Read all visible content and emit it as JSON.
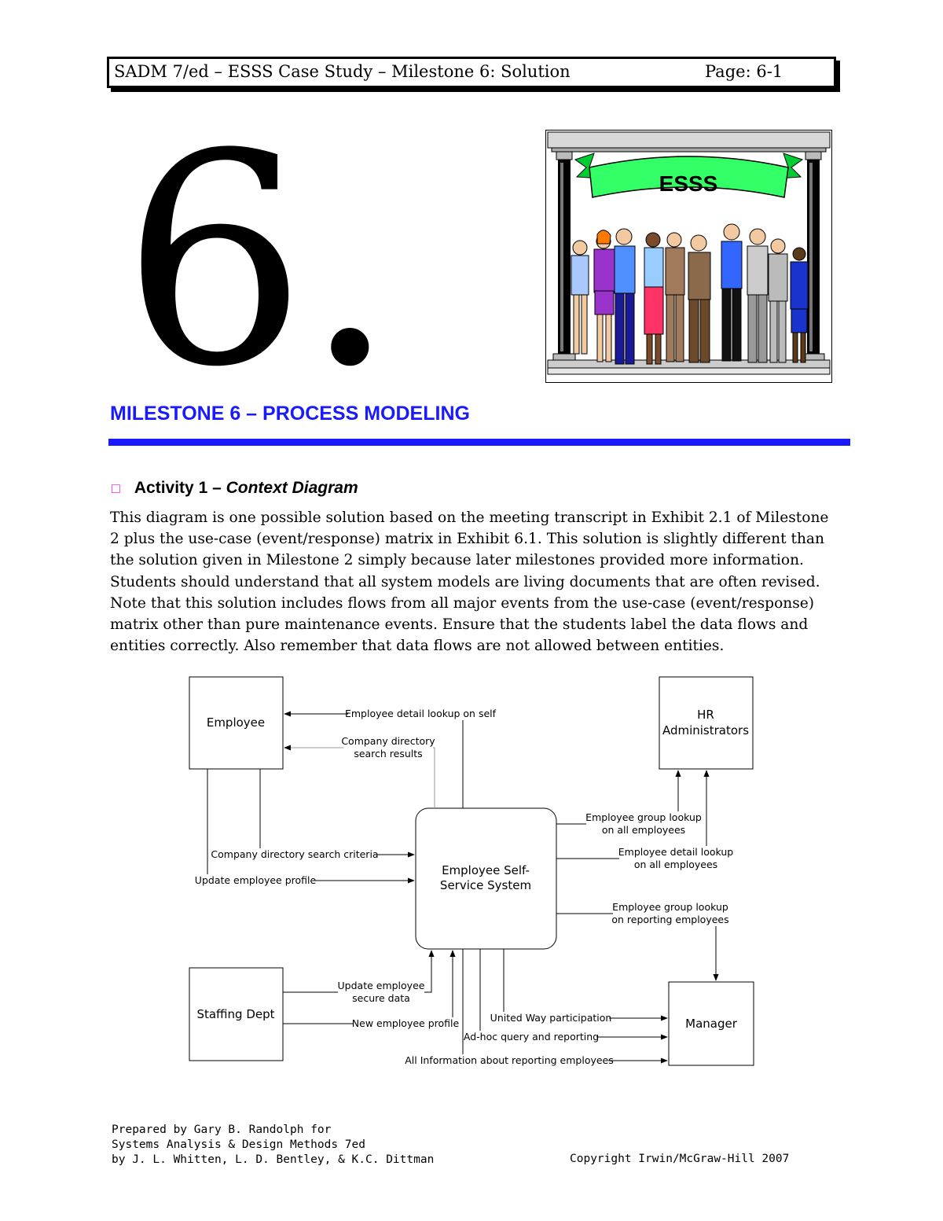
{
  "header": {
    "title": "SADM 7/ed – ESSS Case Study – Milestone 6: Solution",
    "page": "Page: 6-1"
  },
  "chapter_number": "6.",
  "illustration": {
    "banner_text": "ESSS"
  },
  "milestone_heading": "MILESTONE 6 – PROCESS MODELING",
  "activity": {
    "bullet": "□",
    "label": "Activity 1 – ",
    "italic": "Context Diagram"
  },
  "paragraph_lines": [
    "This diagram is one possible solution based on the meeting transcript in Exhibit 2.1 of Milestone",
    "2 plus the use-case (event/response) matrix in Exhibit 6.1. This solution is slightly different than",
    "the solution given in Milestone 2 simply because later milestones provided more information.",
    "Students should understand that all system models are living documents that are often revised.",
    "Note that this solution includes flows from all major events from the use-case (event/response)",
    "matrix other than pure maintenance events. Ensure that the students label the data flows and",
    "entities correctly. Also remember that data flows are not allowed between entities."
  ],
  "diagram": {
    "entities": {
      "employee": "Employee",
      "hr_1": "HR",
      "hr_2": "Administrators",
      "staffing": "Staffing Dept",
      "manager": "Manager",
      "process_1": "Employee Self-",
      "process_2": "Service System"
    },
    "flows": {
      "emp_detail_self": "Employee detail lookup on self",
      "dir_results_1": "Company directory",
      "dir_results_2": "search results",
      "dir_criteria": "Company directory search criteria",
      "update_profile": "Update employee profile",
      "group_all_1": "Employee group lookup",
      "group_all_2": "on all employees",
      "detail_all_1": "Employee detail lookup",
      "detail_all_2": "on all employees",
      "group_rep_1": "Employee group lookup",
      "group_rep_2": "on reporting employees",
      "secure_1": "Update employee",
      "secure_2": "secure data",
      "new_profile": "New employee profile",
      "united_way": "United Way participation",
      "adhoc": "Ad-hoc query and reporting",
      "all_info": "All Information about reporting employees"
    }
  },
  "footer": {
    "line1": "Prepared by Gary B. Randolph for",
    "line2": "Systems Analysis & Design Methods 7ed",
    "line3": "by J. L. Whitten, L. D. Bentley, & K.C. Dittman",
    "copyright": "Copyright Irwin/McGraw-Hill 2007"
  }
}
